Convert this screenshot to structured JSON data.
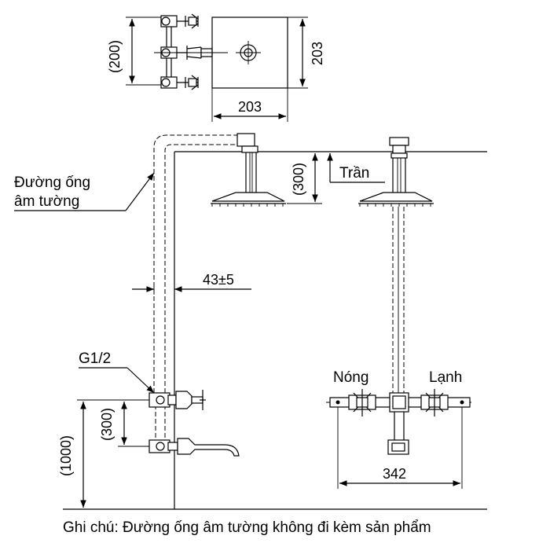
{
  "labels": {
    "wall_pipe": [
      "Đường ống",
      "âm tường"
    ],
    "ceiling": "Trần",
    "hot": "Nóng",
    "cold": "Lạnh",
    "thread": "G1/2"
  },
  "dimensions": {
    "top_view_height": "(200)",
    "top_plate_height": "203",
    "top_plate_width": "203",
    "arm_drop": "(300)",
    "wall_offset": "43±5",
    "mixer_to_spout": "(300)",
    "floor_height": "(1000)",
    "mixer_width": "342"
  },
  "note": "Ghi chú: Đường ống âm tường không đi kèm sản phẩm"
}
